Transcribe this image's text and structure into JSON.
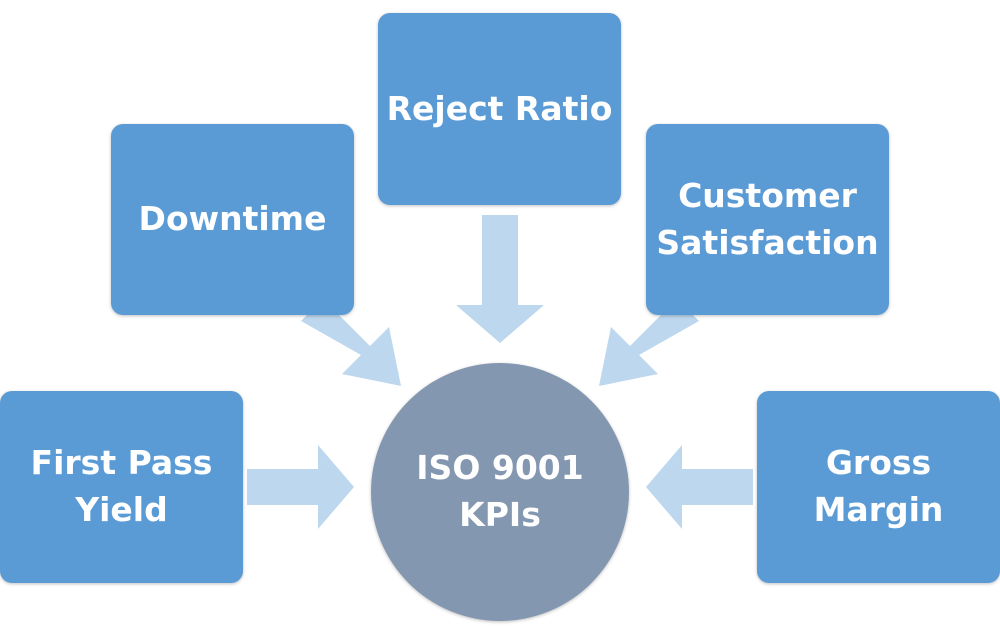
{
  "center": {
    "label": "ISO 9001\nKPIs"
  },
  "nodes": {
    "reject_ratio": "Reject Ratio",
    "downtime": "Downtime",
    "customer_satisfaction": "Customer\nSatisfaction",
    "first_pass_yield": "First Pass\nYield",
    "gross_margin": "Gross\nMargin"
  },
  "colors": {
    "box": "#5b9bd5",
    "center": "#8497b0",
    "arrow": "#bdd7ee",
    "text": "#ffffff"
  }
}
